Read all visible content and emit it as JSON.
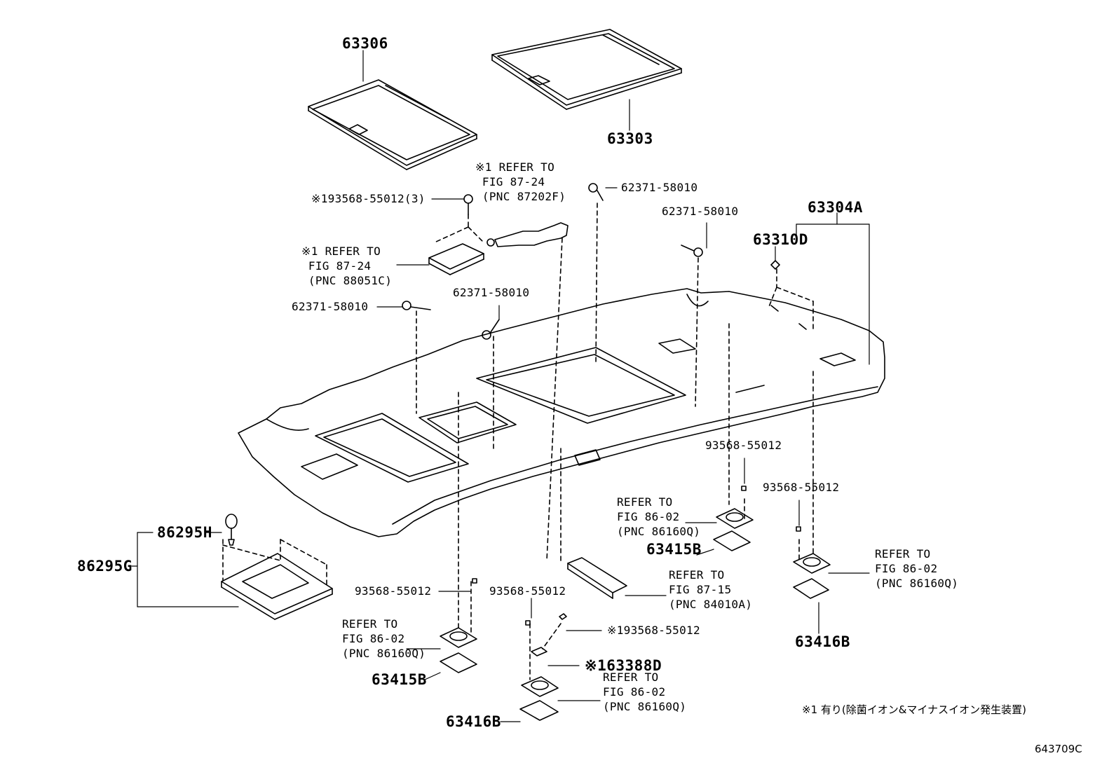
{
  "labels": {
    "p63306": "63306",
    "p63303": "63303",
    "p63304a": "63304A",
    "p63310d": "63310D",
    "ref_87202f": "※1 REFER TO\n FIG 87-24\n (PNC 87202F)",
    "bolt_top": "※193568-55012(3)",
    "ref_88051c": "※1 REFER TO\n FIG 87-24\n (PNC 88051C)",
    "clip_a": "62371-58010",
    "clip_b": "62371-58010",
    "clip_c": "62371-58010",
    "clip_d": "62371-58010",
    "bolt_r1": "93568-55012",
    "bolt_r2": "93568-55012",
    "ref_86160q_r1": "REFER TO\nFIG 86-02\n(PNC 86160Q)",
    "p63415b_r": "63415B",
    "ref_86160q_r2": "REFER TO\nFIG 86-02\n(PNC 86160Q)",
    "p63416b_r": "63416B",
    "ref_84010a": "REFER TO\nFIG 87-15\n(PNC 84010A)",
    "p86295h": "86295H",
    "p86295g": "86295G",
    "bolt_l": "93568-55012",
    "bolt_m": "93568-55012",
    "bolt_m2": "※193568-55012",
    "ref_86160q_l": "REFER TO\nFIG 86-02\n(PNC 86160Q)",
    "p63415b_l": "63415B",
    "p63388d": "※163388D",
    "ref_86160q_m": "REFER TO\nFIG 86-02\n(PNC 86160Q)",
    "p63416b_m": "63416B",
    "footnote": "※1 有り(除菌イオン&マイナスイオン発生装置)",
    "figure_id": "643709C"
  }
}
